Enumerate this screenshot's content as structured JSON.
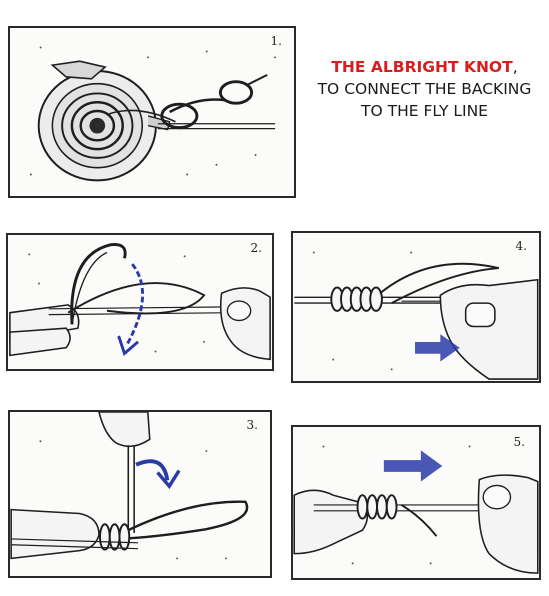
{
  "title": {
    "knot_name": "THE ALBRIGHT KNOT",
    "comma": ",",
    "line2": "TO CONNECT THE BACKING",
    "line3": "TO THE FLY LINE"
  },
  "colors": {
    "title_red": "#d81e1e",
    "arrow_blue": "#2a3aa8",
    "ink": "#1e1e1e"
  },
  "steps": [
    {
      "num": "1."
    },
    {
      "num": "2."
    },
    {
      "num": "3."
    },
    {
      "num": "4."
    },
    {
      "num": "5."
    }
  ]
}
